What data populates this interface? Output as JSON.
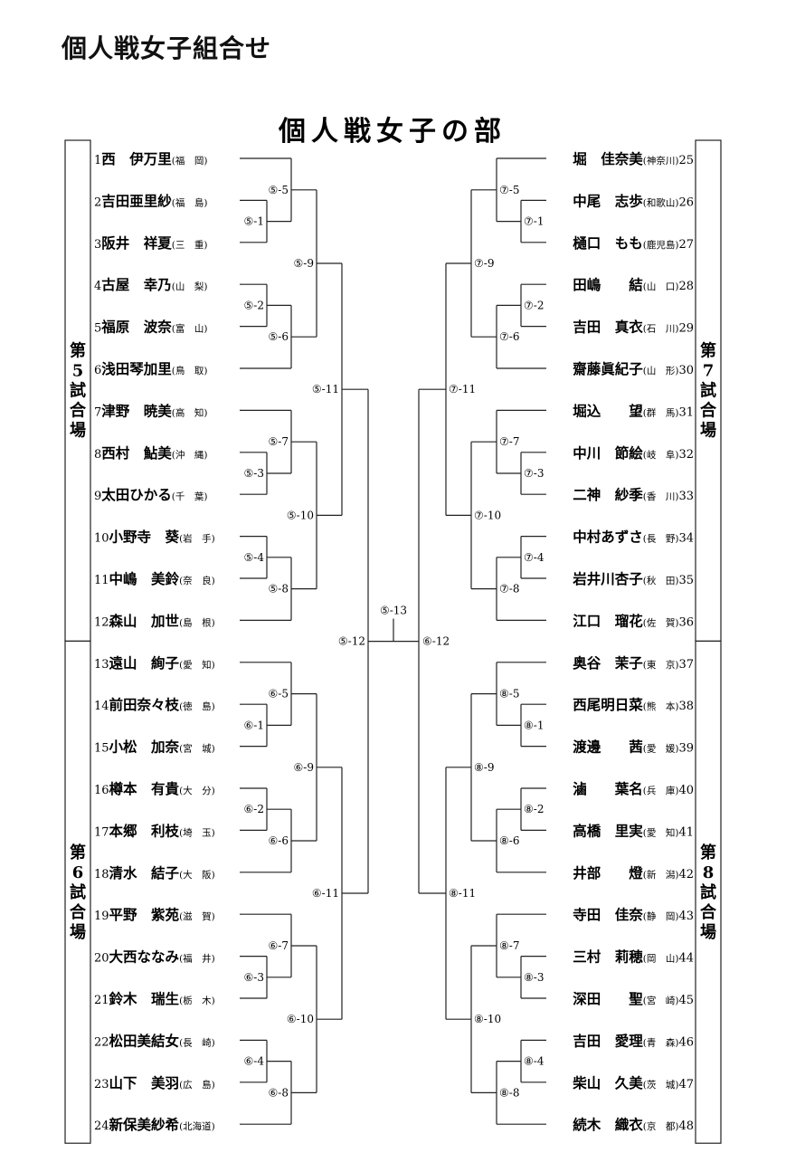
{
  "page_title": "個人戦女子組合せ",
  "bracket_title": "個人戦女子の部",
  "venues": [
    {
      "side": "left",
      "label": "第5試合場",
      "first": 1,
      "last": 12
    },
    {
      "side": "left",
      "label": "第6試合場",
      "first": 13,
      "last": 24
    },
    {
      "side": "right",
      "label": "第7試合場",
      "first": 25,
      "last": 36
    },
    {
      "side": "right",
      "label": "第8試合場",
      "first": 37,
      "last": 48
    }
  ],
  "players_left": [
    {
      "num": "1",
      "name": "西　伊万里",
      "pref": "(福　岡)"
    },
    {
      "num": "2",
      "name": "吉田亜里紗",
      "pref": "(福　島)"
    },
    {
      "num": "3",
      "name": "阪井　祥夏",
      "pref": "(三　重)"
    },
    {
      "num": "4",
      "name": "古屋　幸乃",
      "pref": "(山　梨)"
    },
    {
      "num": "5",
      "name": "福原　波奈",
      "pref": "(富　山)"
    },
    {
      "num": "6",
      "name": "浅田琴加里",
      "pref": "(鳥　取)"
    },
    {
      "num": "7",
      "name": "津野　暁美",
      "pref": "(高　知)"
    },
    {
      "num": "8",
      "name": "西村　鮎美",
      "pref": "(沖　縄)"
    },
    {
      "num": "9",
      "name": "太田ひかる",
      "pref": "(千　葉)"
    },
    {
      "num": "10",
      "name": "小野寺　葵",
      "pref": "(岩　手)"
    },
    {
      "num": "11",
      "name": "中嶋　美鈴",
      "pref": "(奈　良)"
    },
    {
      "num": "12",
      "name": "森山　加世",
      "pref": "(島　根)"
    },
    {
      "num": "13",
      "name": "遠山　絢子",
      "pref": "(愛　知)"
    },
    {
      "num": "14",
      "name": "前田奈々枝",
      "pref": "(徳　島)"
    },
    {
      "num": "15",
      "name": "小松　加奈",
      "pref": "(宮　城)"
    },
    {
      "num": "16",
      "name": "樽本　有貴",
      "pref": "(大　分)"
    },
    {
      "num": "17",
      "name": "本郷　利枝",
      "pref": "(埼　玉)"
    },
    {
      "num": "18",
      "name": "清水　結子",
      "pref": "(大　阪)"
    },
    {
      "num": "19",
      "name": "平野　紫苑",
      "pref": "(滋　賀)"
    },
    {
      "num": "20",
      "name": "大西ななみ",
      "pref": "(福　井)"
    },
    {
      "num": "21",
      "name": "鈴木　瑞生",
      "pref": "(栃　木)"
    },
    {
      "num": "22",
      "name": "松田美結女",
      "pref": "(長　崎)"
    },
    {
      "num": "23",
      "name": "山下　美羽",
      "pref": "(広　島)"
    },
    {
      "num": "24",
      "name": "新保美紗希",
      "pref": "(北海道)"
    }
  ],
  "players_right": [
    {
      "num": "25",
      "name": "堀　佳奈美",
      "pref": "(神奈川)"
    },
    {
      "num": "26",
      "name": "中尾　志歩",
      "pref": "(和歌山)"
    },
    {
      "num": "27",
      "name": "樋口　もも",
      "pref": "(鹿児島)"
    },
    {
      "num": "28",
      "name": "田嶋　　結",
      "pref": "(山　口)"
    },
    {
      "num": "29",
      "name": "吉田　真衣",
      "pref": "(石　川)"
    },
    {
      "num": "30",
      "name": "齋藤眞紀子",
      "pref": "(山　形)"
    },
    {
      "num": "31",
      "name": "堀込　　望",
      "pref": "(群　馬)"
    },
    {
      "num": "32",
      "name": "中川　節絵",
      "pref": "(岐　阜)"
    },
    {
      "num": "33",
      "name": "二神　紗季",
      "pref": "(香　川)"
    },
    {
      "num": "34",
      "name": "中村あずさ",
      "pref": "(長　野)"
    },
    {
      "num": "35",
      "name": "岩井川杏子",
      "pref": "(秋　田)"
    },
    {
      "num": "36",
      "name": "江口　瑠花",
      "pref": "(佐　賀)"
    },
    {
      "num": "37",
      "name": "奥谷　茉子",
      "pref": "(東　京)"
    },
    {
      "num": "38",
      "name": "西尾明日菜",
      "pref": "(熊　本)"
    },
    {
      "num": "39",
      "name": "渡邊　　茜",
      "pref": "(愛　媛)"
    },
    {
      "num": "40",
      "name": "滷　　葉名",
      "pref": "(兵　庫)"
    },
    {
      "num": "41",
      "name": "高橋　里実",
      "pref": "(愛　知)"
    },
    {
      "num": "42",
      "name": "井部　　燈",
      "pref": "(新　潟)"
    },
    {
      "num": "43",
      "name": "寺田　佳奈",
      "pref": "(静　岡)"
    },
    {
      "num": "44",
      "name": "三村　莉穂",
      "pref": "(岡　山)"
    },
    {
      "num": "45",
      "name": "深田　　聖",
      "pref": "(宮　崎)"
    },
    {
      "num": "46",
      "name": "吉田　愛理",
      "pref": "(青　森)"
    },
    {
      "num": "47",
      "name": "柴山　久美",
      "pref": "(茨　城)"
    },
    {
      "num": "48",
      "name": "続木　織衣",
      "pref": "(京　都)"
    }
  ],
  "match_labels": {
    "g5": [
      "⑤-1",
      "⑤-2",
      "⑤-3",
      "⑤-4",
      "⑤-5",
      "⑤-6",
      "⑤-7",
      "⑤-8",
      "⑤-9",
      "⑤-10",
      "⑤-11",
      "⑤-12"
    ],
    "g6": [
      "⑥-1",
      "⑥-2",
      "⑥-3",
      "⑥-4",
      "⑥-5",
      "⑥-6",
      "⑥-7",
      "⑥-8",
      "⑥-9",
      "⑥-10",
      "⑥-11",
      "⑥-12"
    ],
    "g7": [
      "⑦-1",
      "⑦-2",
      "⑦-3",
      "⑦-4",
      "⑦-5",
      "⑦-6",
      "⑦-7",
      "⑦-8",
      "⑦-9",
      "⑦-10",
      "⑦-11"
    ],
    "g8": [
      "⑧-1",
      "⑧-2",
      "⑧-3",
      "⑧-4",
      "⑧-5",
      "⑧-6",
      "⑧-7",
      "⑧-8",
      "⑧-9",
      "⑧-10",
      "⑧-11"
    ],
    "final": "⑤-13"
  }
}
